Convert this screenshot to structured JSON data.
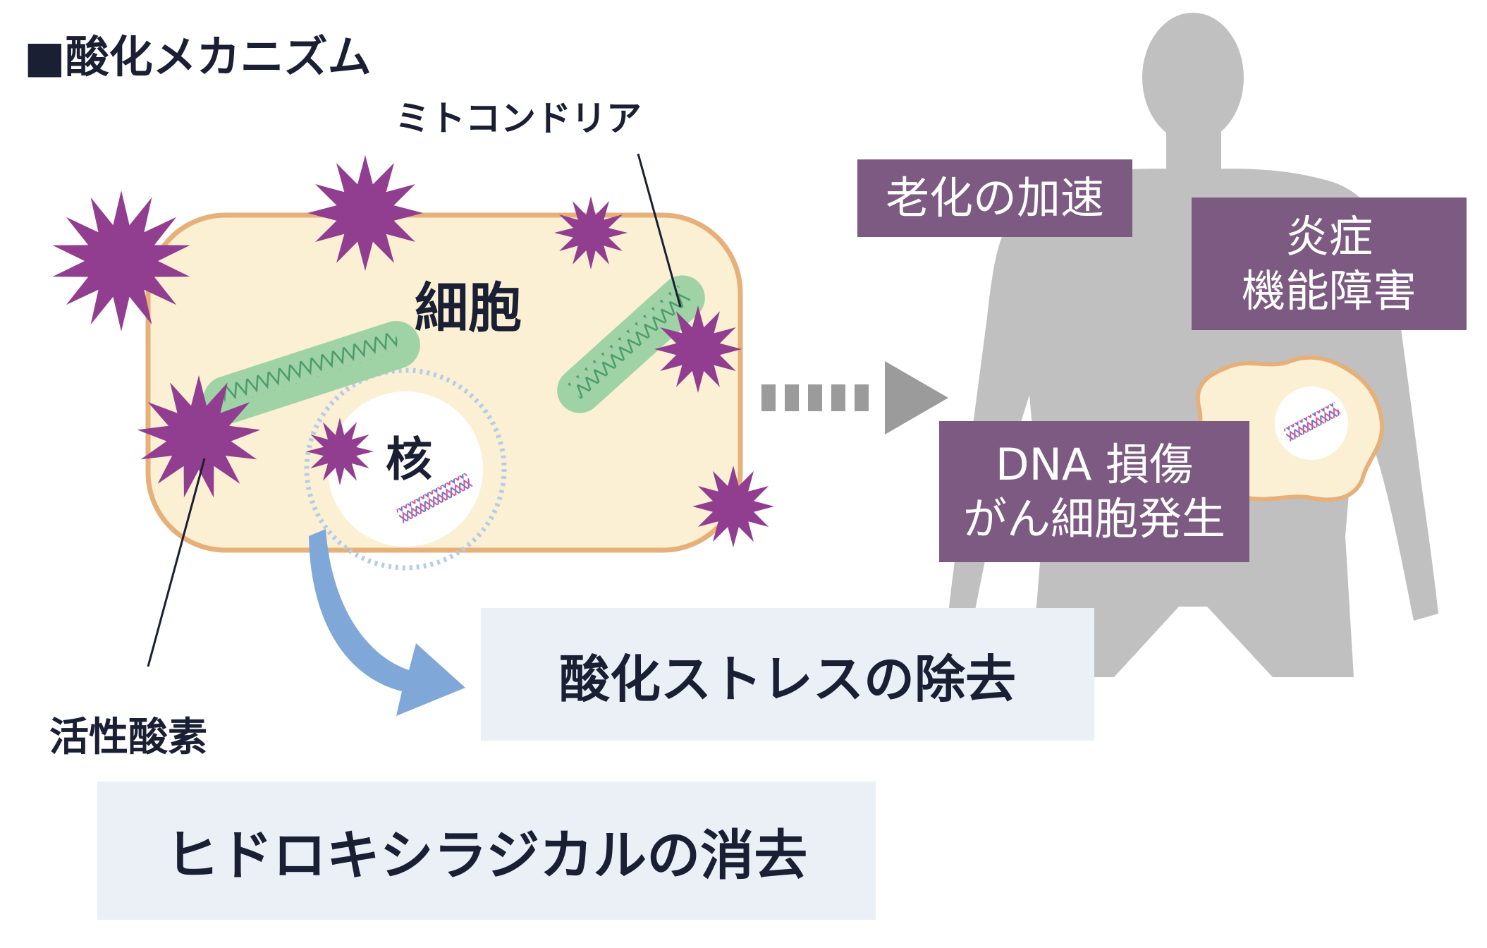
{
  "title": "■酸化メカニズム",
  "labels": {
    "mitochondria": "ミトコンドリア",
    "cell": "細胞",
    "nucleus": "核",
    "ros": "活性酸素"
  },
  "effects": {
    "aging": "老化の加速",
    "inflammation_line1": "炎症",
    "inflammation_line2": "機能障害",
    "dna_line1": "DNA 損傷",
    "dna_line2": "がん細胞発生"
  },
  "actions": {
    "oxidative_stress_removal": "酸化ストレスの除去",
    "hydroxyl_radical_scavenging": "ヒドロキシラジカルの消去"
  },
  "colors": {
    "cell_fill": "#fbf0d4",
    "cell_border": "#e6b07a",
    "ros": "#923e90",
    "mitochondria": "#9fd3a6",
    "arrow_blue": "#7fa8d8",
    "arrow_gray": "#9b9b9b",
    "body_silhouette": "#c0c0c0",
    "effect_box": "#7c5a82",
    "action_box": "#ebf0f7"
  }
}
